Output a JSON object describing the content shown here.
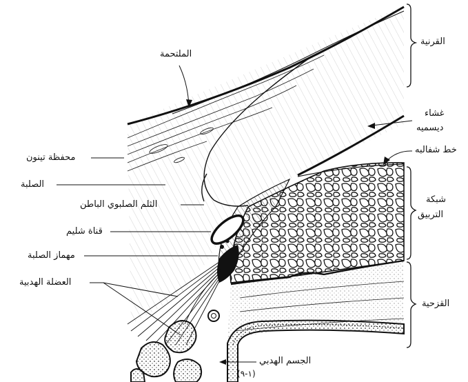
{
  "labels": {
    "conjunctiva": "الملتحمة",
    "cornea": "القرنية",
    "descemet_line1": "غشاء",
    "descemet_line2": "ديسميه",
    "schwalbe_line": "خط شفالبه",
    "tenon_capsule": "محفظة تينون",
    "sclera": "الصلبة",
    "internal_scleral_sulcus": "الثلم الصلبوي الباطن",
    "trabecular_line1": "شبكة",
    "trabecular_line2": "التربيق",
    "schlemm_canal": "قناة شليم",
    "scleral_spur": "مهماز الصلبة",
    "ciliary_muscle": "العضلة الهدبية",
    "iris": "القزحية",
    "ciliary_body": "الجسم الهدبي",
    "figure_number": "(١-٩)"
  },
  "colors": {
    "ink": "#111111",
    "background": "#ffffff"
  }
}
